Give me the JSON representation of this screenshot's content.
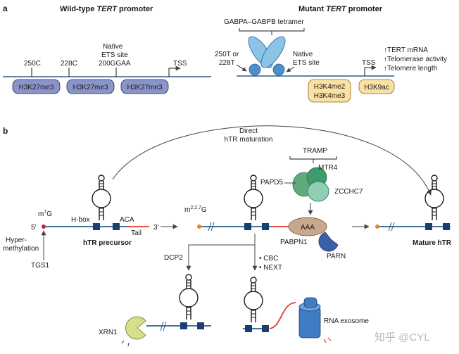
{
  "panel_a": {
    "letter": "a",
    "wildtype": {
      "title_prefix": "Wild-type ",
      "title_gene": "TERT",
      "title_suffix": " promoter",
      "site_250": "250C",
      "site_228": "228C",
      "native_line1": "Native",
      "native_line2": "ETS site",
      "native_line3": "200GGAA",
      "tss": "TSS",
      "marks": [
        "H3K27me3",
        "H3K27me3",
        "H3K27me3"
      ]
    },
    "mutant": {
      "title_prefix": "Mutant ",
      "title_gene": "TERT",
      "title_suffix": " promoter",
      "tetramer": "GABPA–GABPB tetramer",
      "mut_line1": "250T or",
      "mut_line2": "228T",
      "native_line1": "Native",
      "native_line2": "ETS site",
      "tss": "TSS",
      "outcomes": [
        "↑TERT mRNA",
        "↑Telomerase activity",
        "↑Telomere length"
      ],
      "mark_active_1": "H3K4me2",
      "mark_active_2": "H3K4me3",
      "mark_acetyl": "H3K9ac"
    }
  },
  "panel_b": {
    "letter": "b",
    "direct_line1": "Direct",
    "direct_line2": "hTR maturation",
    "cap_precursor_m": "m",
    "cap_precursor_sup": "7",
    "cap_precursor_g": "G",
    "cap_tmg_m": "m",
    "cap_tmg_sup": "2,2,7",
    "cap_tmg_g": "G",
    "five_prime": "5′",
    "three_prime": "3′",
    "hbox": "H-box",
    "aca": "ACA",
    "tail": "Tail",
    "precursor_label": "hTR  precursor",
    "hyper_line1": "Hyper-",
    "hyper_line2": "methylation",
    "tgs1": "TGS1",
    "tramp": "TRAMP",
    "mtr4": "MTR4",
    "papd5": "PAPD5",
    "zcchc7": "ZCCHC7",
    "polya": "AAA",
    "pabpn1": "PABPN1",
    "parn": "PARN",
    "mature_label": "Mature hTR",
    "dcp2": "DCP2",
    "cbc": "• CBC",
    "next": "• NEXT",
    "xrn1": "XRN1",
    "exosome": "RNA exosome"
  },
  "watermark": "知乎 @CYL",
  "colors": {
    "line": "#2b5f8e",
    "h3k27": "#8a94c9",
    "active": "#fbe0a6",
    "gabp": "#8cc4e8",
    "papd5": "#5fab7e",
    "mtr4": "#3f9a6c",
    "zcchc7": "#8fcfb5",
    "aaa": "#c9a98c",
    "parn": "#3b5ea8",
    "exosome": "#3e7cc4",
    "xrn1": "#d6df8c",
    "tail": "#e03a2f",
    "cap": "#e5822e",
    "hairpin_box": "#1a3e6e"
  }
}
